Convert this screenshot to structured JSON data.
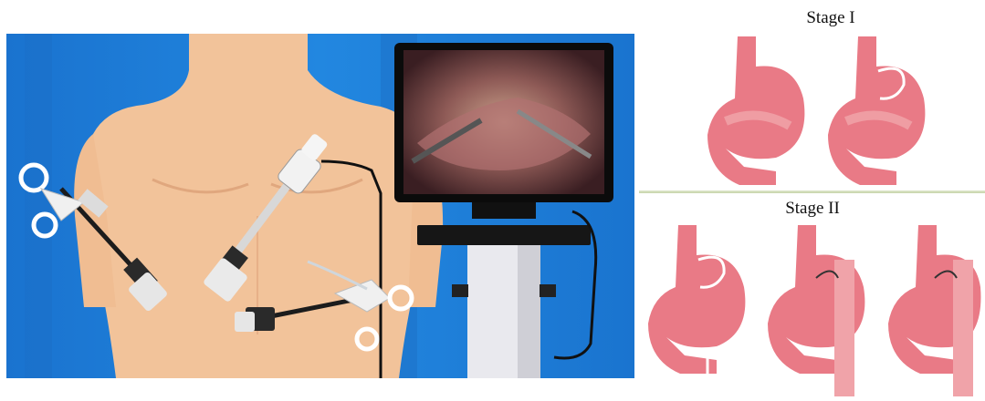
{
  "stages": [
    {
      "label": "Stage I",
      "stomachs": [
        "normal-stomach",
        "banded-stomach"
      ]
    },
    {
      "label": "Stage II",
      "stomachs": [
        "banded-stomach-with-loop",
        "bypass-stomach",
        "bypass-stomach-with-limb"
      ]
    }
  ],
  "colors": {
    "background_blue": "#1f7fd8",
    "skin": "#f2c9a0",
    "stomach_pink": "#e97a86",
    "stomach_light": "#f4b4b8",
    "monitor": "#111111",
    "cart": "#e8e8ec",
    "band": "#ffffff"
  },
  "icons": [
    "trocar-icon",
    "laparoscope-icon",
    "grasper-icon",
    "monitor-icon",
    "cart-icon"
  ]
}
